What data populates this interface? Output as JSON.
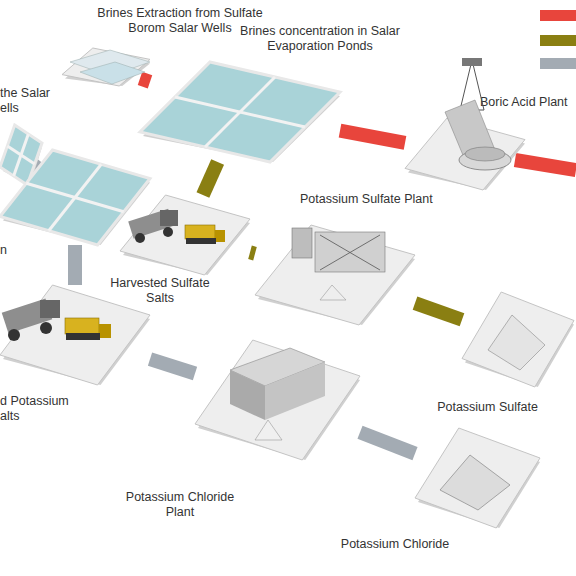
{
  "diagram": {
    "nodes": [
      {
        "text": [
          "Brines Extraction from Sulfate Borom Salar Wells"
        ]
      },
      {
        "text": [
          "Brines concentration in Salar Evaporation Ponds"
        ]
      },
      {
        "text": [
          "Boric Acid Plant"
        ]
      },
      {
        "text": [
          "the Salar ells"
        ]
      },
      {
        "text": [
          "n"
        ]
      },
      {
        "text": [
          "Harvested Sulfate Salts"
        ]
      },
      {
        "text": [
          "Potassium Sulfate Plant"
        ]
      },
      {
        "text": [
          "d Potassium alts"
        ]
      },
      {
        "text": [
          "Potassium Sulfate"
        ]
      },
      {
        "text": [
          "Potassium Chloride Plant"
        ]
      },
      {
        "text": [
          "Potassium Chloride"
        ]
      }
    ],
    "edges": [
      {
        "from": 0,
        "to": 1,
        "arrow": "none"
      },
      {
        "from": 1,
        "to": 2,
        "arrow": "none"
      },
      {
        "from": 1,
        "to": 5,
        "arrow": "none"
      },
      {
        "from": 5,
        "to": 6,
        "arrow": "none"
      },
      {
        "from": 6,
        "to": 8,
        "arrow": "none"
      },
      {
        "from": 3,
        "to": 4,
        "arrow": "none"
      },
      {
        "from": 4,
        "to": 7,
        "arrow": "none"
      },
      {
        "from": 7,
        "to": 9,
        "arrow": "none"
      },
      {
        "from": 9,
        "to": 10,
        "arrow": "none"
      }
    ]
  }
}
